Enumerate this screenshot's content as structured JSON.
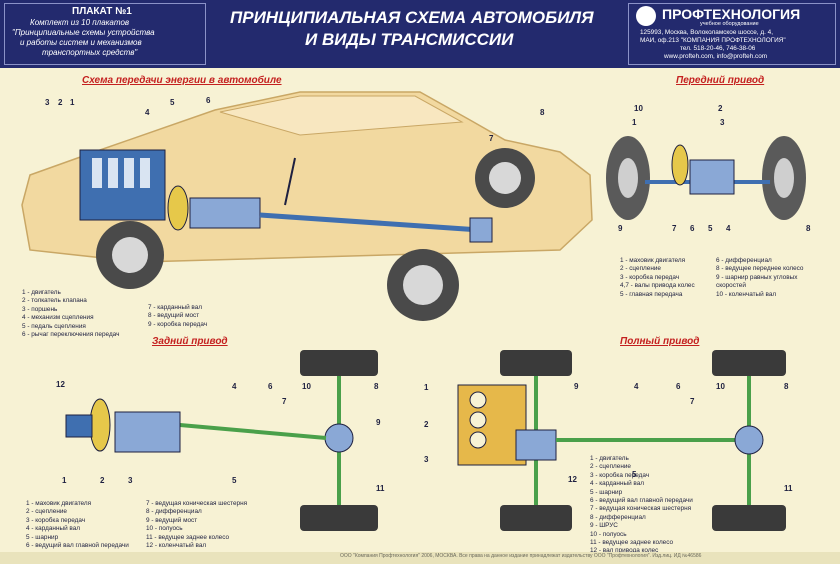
{
  "header": {
    "plate_number": "ПЛАКАТ №1",
    "set_line1": "Комплект из 10 плакатов",
    "set_line2": "\"Принципиальные схемы устройства",
    "set_line3": "и работы систем и механизмов",
    "set_line4": "транспортных средств\"",
    "title_line1": "ПРИНЦИПИАЛЬНАЯ СХЕМА АВТОМОБИЛЯ",
    "title_line2": "И ВИДЫ ТРАНСМИССИИ",
    "brand": "ПРОФТЕХНОЛОГИЯ",
    "brand_sub": "учебное оборудование",
    "addr1": "125993, Москва, Волоколамское шоссе, д. 4,",
    "addr2": "МАИ, оф.213   \"КОМПАНИЯ ПРОФТЕХНОЛОГИЯ\"",
    "addr3": "тел. 518-20-46, 746-38-06",
    "addr4": "www.profteh.com, info@profteh.com"
  },
  "sections": {
    "power": "Схема передачи энергии в автомобиле",
    "front": "Передний привод",
    "rear": "Задний привод",
    "full": "Полный привод"
  },
  "legend_power_a": [
    "1 - двигатель",
    "2 - толкатель клапана",
    "3 - поршень",
    "4 - механизм сцепления",
    "5 - педаль сцепления",
    "6 - рычаг переключения передач"
  ],
  "legend_power_b": [
    "7 - карданный вал",
    "8 - ведущий мост",
    "9 - коробка передач"
  ],
  "legend_front_a": [
    "1 - маховик двигателя",
    "2 - сцепление",
    "3 - коробка передач",
    "4,7 - валы привода колес",
    "5 - главная передача"
  ],
  "legend_front_b": [
    "6 - дифференциал",
    "8 - ведущее переднее колесо",
    "9 - шарнир равных угловых",
    "     скоростей",
    "10 - коленчатый вал"
  ],
  "legend_rear_a": [
    "1 - маховик двигателя",
    "2 - сцепление",
    "3 - коробка передач",
    "4 - карданный вал",
    "5 - шарнир",
    "6 - ведущий вал главной передачи"
  ],
  "legend_rear_b": [
    "7 - ведущая коническая шестерня",
    "8 - дифференциал",
    "9 - ведущий мост",
    "10 - полуось",
    "11 - ведущее заднее колесо",
    "12 - коленчатый вал"
  ],
  "legend_full": [
    "1 - двигатель",
    "2 - сцепление",
    "3 - коробка передач",
    "4 - карданный вал",
    "5 - шарнир",
    "6 - ведущий вал главной передачи",
    "7 - ведущая коническая шестерня",
    "8 - дифференциал",
    "9 - ШРУС",
    "10 - полуось",
    "11 - ведущее заднее колесо",
    "12 - вал привода колес"
  ],
  "footer": "ООО \"Компания Профтехнология\" 2006, МОСКВА. Все права на данное издание принадлежат издательству ООО \"Профтехнология\". Изд.лиц. ИД №46586",
  "callouts": {
    "car": [
      "1",
      "2",
      "3",
      "4",
      "5",
      "6",
      "7",
      "8"
    ],
    "front": [
      "1",
      "2",
      "3",
      "4",
      "5",
      "6",
      "7",
      "8",
      "9",
      "10"
    ],
    "rear": [
      "1",
      "2",
      "3",
      "4",
      "5",
      "6",
      "7",
      "8",
      "9",
      "10",
      "11",
      "12"
    ],
    "full": [
      "1",
      "2",
      "3",
      "4",
      "5",
      "6",
      "7",
      "8",
      "9",
      "10",
      "11",
      "12"
    ]
  },
  "colors": {
    "header_bg": "#232a6e",
    "accent_red": "#c4201f",
    "paper": "#f7f2d4",
    "diagram_blue": "#3f6fb0",
    "car_body": "#f2d9a0"
  }
}
